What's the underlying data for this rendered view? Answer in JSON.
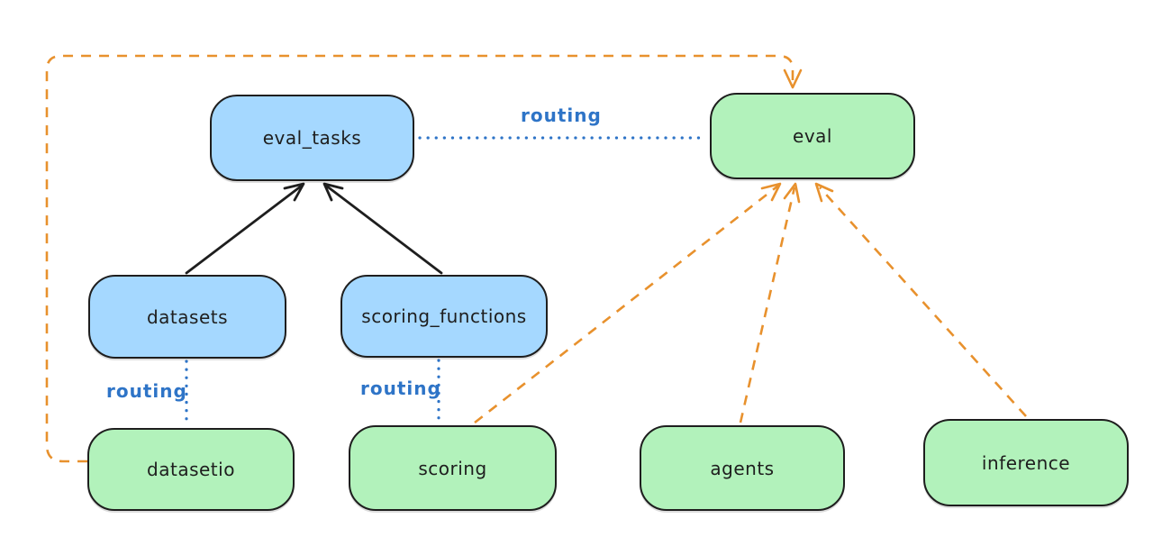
{
  "diagram": {
    "background": "#ffffff",
    "colors": {
      "node_blue_fill": "#a5d8ff",
      "node_green_fill": "#b2f2bb",
      "node_border": "#1e1e1e",
      "text": "#1e1e1e",
      "routing_blue": "#2e74c7",
      "arrow_orange": "#e8912d",
      "arrow_black": "#1e1e1e"
    },
    "nodes": [
      {
        "id": "eval_tasks",
        "label": "eval_tasks",
        "color": "blue"
      },
      {
        "id": "eval",
        "label": "eval",
        "color": "green"
      },
      {
        "id": "datasets",
        "label": "datasets",
        "color": "blue"
      },
      {
        "id": "scoring_functions",
        "label": "scoring_functions",
        "color": "blue"
      },
      {
        "id": "datasetio",
        "label": "datasetio",
        "color": "green"
      },
      {
        "id": "scoring",
        "label": "scoring",
        "color": "green"
      },
      {
        "id": "agents",
        "label": "agents",
        "color": "green"
      },
      {
        "id": "inference",
        "label": "inference",
        "color": "green"
      }
    ],
    "edges": [
      {
        "from": "datasets",
        "to": "eval_tasks",
        "style": "solid-black-arrow",
        "label": ""
      },
      {
        "from": "scoring_functions",
        "to": "eval_tasks",
        "style": "solid-black-arrow",
        "label": ""
      },
      {
        "from": "eval_tasks",
        "to": "eval",
        "style": "dotted-blue",
        "label": "routing"
      },
      {
        "from": "datasets",
        "to": "datasetio",
        "style": "dotted-blue",
        "label": "routing"
      },
      {
        "from": "scoring_functions",
        "to": "scoring",
        "style": "dotted-blue",
        "label": "routing"
      },
      {
        "from": "datasetio",
        "to": "eval",
        "style": "dashed-orange-arrow",
        "label": ""
      },
      {
        "from": "scoring",
        "to": "eval",
        "style": "dashed-orange-arrow",
        "label": ""
      },
      {
        "from": "agents",
        "to": "eval",
        "style": "dashed-orange-arrow",
        "label": ""
      },
      {
        "from": "inference",
        "to": "eval",
        "style": "dashed-orange-arrow",
        "label": ""
      }
    ],
    "edge_labels": {
      "routing_top": "routing",
      "routing_datasets": "routing",
      "routing_scoring": "routing"
    }
  }
}
